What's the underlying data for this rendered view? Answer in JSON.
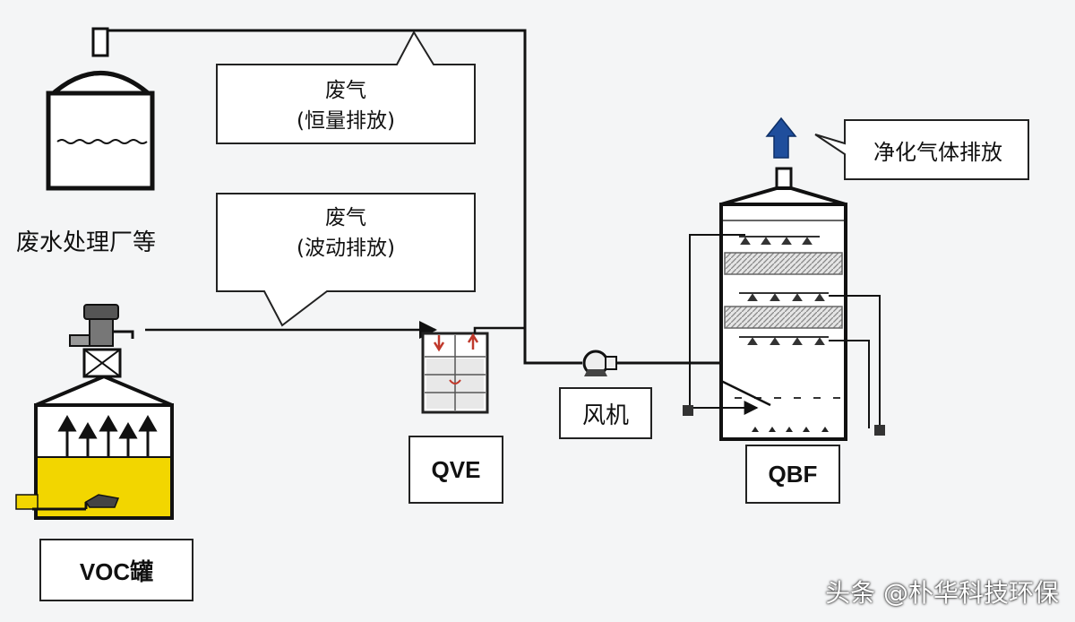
{
  "labels": {
    "wastewater_plant": "废水处理厂等",
    "voc_tank": "VOC罐",
    "qve": "QVE",
    "fan": "风机",
    "qbf": "QBF",
    "clean_exhaust": "净化气体排放"
  },
  "callouts": {
    "constant": {
      "line1": "废气",
      "line2": "(恒量排放)"
    },
    "fluctuating": {
      "line1": "废气",
      "line2": "(波动排放)"
    }
  },
  "watermark": "头条 @朴华科技环保",
  "colors": {
    "liquid_yellow": "#f2d600",
    "arrow_blue": "#1f4e9c",
    "damper_red": "#c0392b",
    "line": "#111111"
  }
}
